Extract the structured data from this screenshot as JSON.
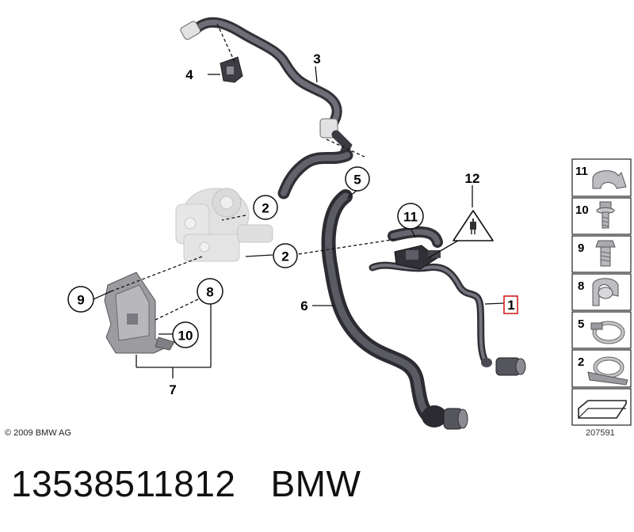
{
  "callouts": {
    "c1": "1",
    "c2a": "2",
    "c2b": "2",
    "c3": "3",
    "c4": "4",
    "c5": "5",
    "c6": "6",
    "c7": "7",
    "c8": "8",
    "c9": "9",
    "c10": "10",
    "c11": "11",
    "c12": "12"
  },
  "sidebar": {
    "items": [
      {
        "number": "11",
        "icon": "clip-icon"
      },
      {
        "number": "10",
        "icon": "flange-bolt-icon"
      },
      {
        "number": "9",
        "icon": "hex-bolt-icon"
      },
      {
        "number": "8",
        "icon": "hose-holder-icon"
      },
      {
        "number": "5",
        "icon": "hose-clamp-icon"
      },
      {
        "number": "2",
        "icon": "clamp-bracket-icon"
      }
    ],
    "footer_icon": "arrow-bracket-icon"
  },
  "copyright": "© 2009 BMW AG",
  "figure_number": "207591",
  "part_number": "13538511812",
  "brand": "BMW",
  "colors": {
    "hose": "#4a4a52",
    "pump": "#c8c8c8",
    "highlight": "#d21f1f"
  }
}
